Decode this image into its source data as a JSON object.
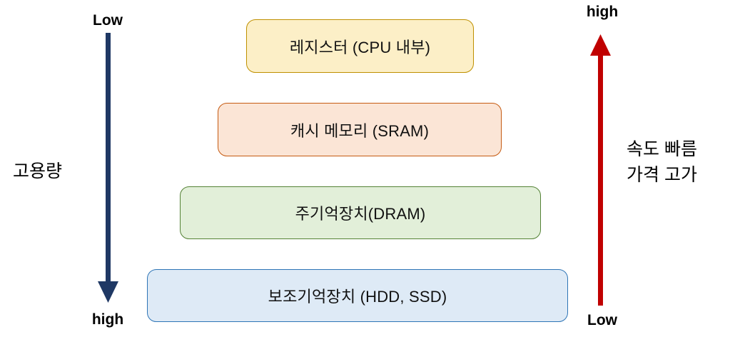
{
  "diagram": {
    "title": "memory-hierarchy-pyramid",
    "background": "#ffffff"
  },
  "left_axis": {
    "name": "capacity-axis",
    "top_label": "Low",
    "bottom_label": "high",
    "caption": "고용량",
    "color": "#1F3864",
    "direction": "down"
  },
  "right_axis": {
    "name": "speed-cost-axis",
    "top_label": "high",
    "bottom_label": "Low",
    "caption_line1": "속도 빠름",
    "caption_line2": "가격 고가",
    "color": "#C00000",
    "direction": "up"
  },
  "levels": [
    {
      "label": "레지스터 (CPU 내부)",
      "fill": "#FCEFC7",
      "border": "#BF9000",
      "level": 1
    },
    {
      "label": "캐시 메모리 (SRAM)",
      "fill": "#FBE5D6",
      "border": "#C55A11",
      "level": 2
    },
    {
      "label": "주기억장치(DRAM)",
      "fill": "#E2EFD9",
      "border": "#548235",
      "level": 3
    },
    {
      "label": "보조기억장치 (HDD, SSD)",
      "fill": "#DEEAF6",
      "border": "#2E75B6",
      "level": 4
    }
  ]
}
